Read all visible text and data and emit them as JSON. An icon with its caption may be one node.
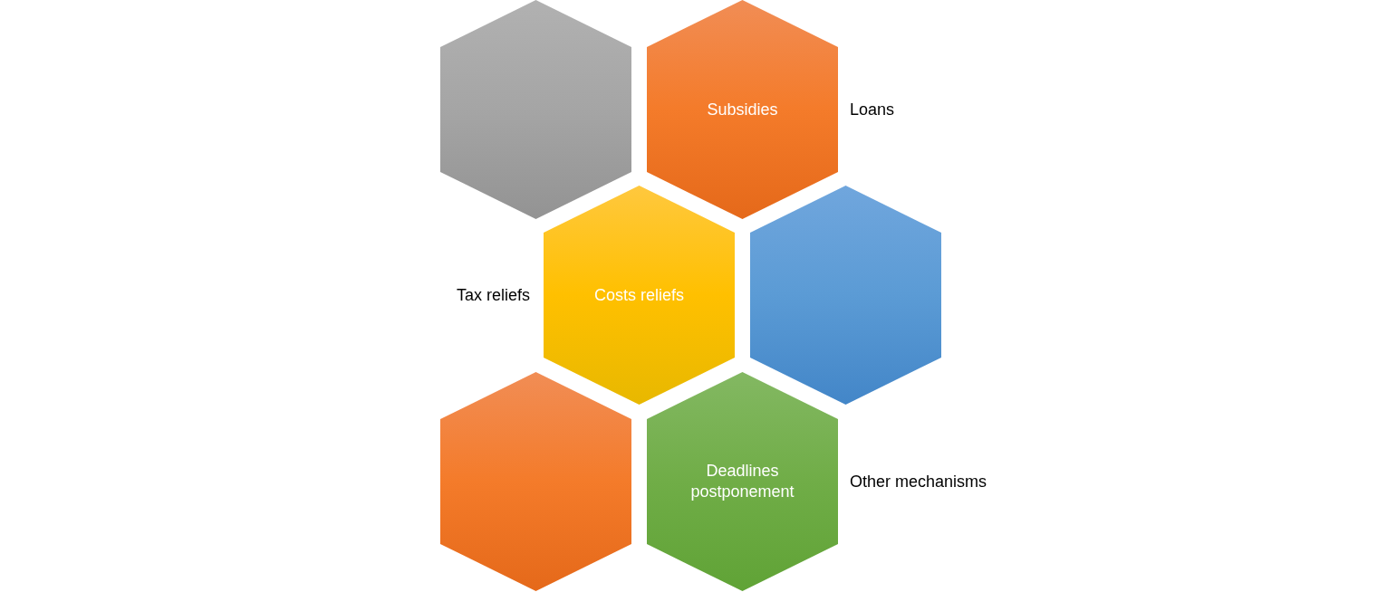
{
  "diagram": {
    "nodes": [
      {
        "text": [],
        "shape": "hexagon"
      },
      {
        "text": [
          "Subsidies"
        ],
        "beside": [
          "Loans"
        ]
      },
      {
        "text": [
          "Costs reliefs"
        ],
        "beside": [
          "Tax reliefs"
        ]
      },
      {
        "text": [],
        "shape": "hexagon"
      },
      {
        "text": [],
        "shape": "hexagon"
      },
      {
        "text": [
          "Deadlines postponement"
        ],
        "beside": [
          "Other mechanisms"
        ]
      }
    ]
  }
}
